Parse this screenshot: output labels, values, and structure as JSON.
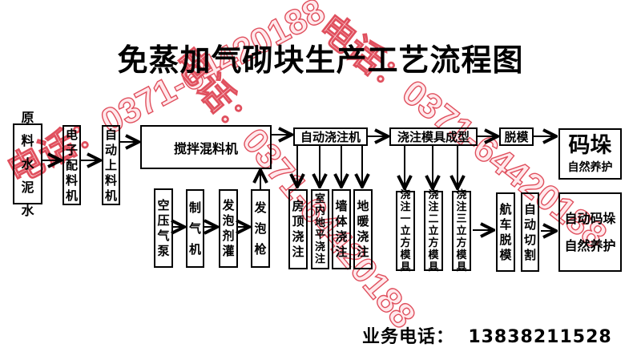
{
  "title": "免蒸加气砌块生产工艺流程图",
  "nodes": {
    "raw": "原料水泥水",
    "batcher": "电子配料机",
    "feeder": "自动上料机",
    "mixer": "搅拌混料机",
    "pump": "空压气泵",
    "gas_maker": "制气机",
    "foam_tank": "发泡剂灌",
    "foam_gun": "发泡枪",
    "pouring_machine": "自动浇注机",
    "roof": "房顶浇注",
    "floor": "室内地平浇注",
    "wall": "墙体浇注",
    "heating": "地暖浇注",
    "molding": "浇注模具成型",
    "mold1": "浇注一立方模具",
    "mold2": "浇注二立方模具",
    "mold3": "浇注三立方模具",
    "demold": "脱模",
    "stack_title": "码垛",
    "stack_sub": "自然养护",
    "crane": "航车脱模",
    "cutting": "自动切割",
    "auto_stack": "自动码垛",
    "auto_cure": "自然养护"
  },
  "phone": "业务电话：  13838211528",
  "watermark": "电话：0371-64420188"
}
